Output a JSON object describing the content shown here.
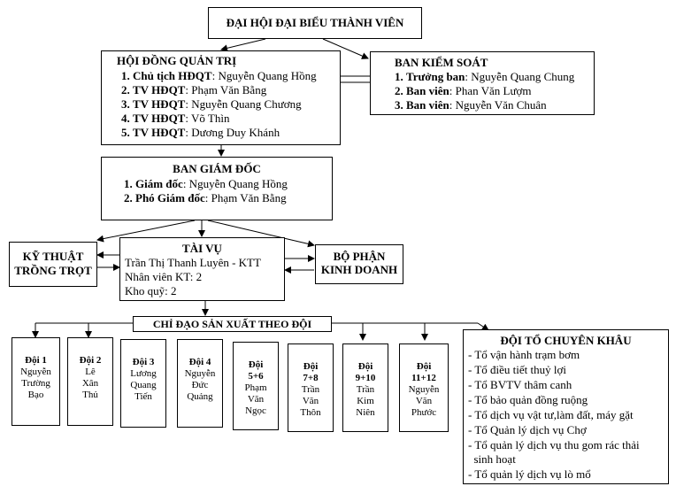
{
  "congress": {
    "title": "ĐẠI HỘI ĐẠI BIỂU THÀNH VIÊN"
  },
  "board": {
    "title": "HỘI ĐỒNG QUẢN TRỊ",
    "members": [
      {
        "num": "1.",
        "role": "Chủ tịch HĐQT",
        "name": ": Nguyễn Quang Hồng"
      },
      {
        "num": "2.",
        "role": "TV HĐQT",
        "name": ": Phạm Văn Bằng"
      },
      {
        "num": "3.",
        "role": "TV HĐQT",
        "name": ": Nguyễn Quang Chương"
      },
      {
        "num": "4.",
        "role": "TV HĐQT",
        "name": ": Võ Thìn"
      },
      {
        "num": "5.",
        "role": "TV HĐQT",
        "name": ": Dương Duy Khánh"
      }
    ]
  },
  "control": {
    "title": "BAN KIỂM SOÁT",
    "members": [
      {
        "num": "1.",
        "role": "Trưởng ban",
        "name": ": Nguyễn Quang Chung"
      },
      {
        "num": "2.",
        "role": "Ban viên",
        "name": ": Phan Văn Lượm"
      },
      {
        "num": "3.",
        "role": "Ban viên",
        "name": ": Nguyễn Văn Chuân"
      }
    ]
  },
  "directors": {
    "title": "BAN GIÁM ĐỐC",
    "members": [
      {
        "num": "1.",
        "role": "Giám đốc",
        "name": ": Nguyễn Quang Hồng"
      },
      {
        "num": "2.",
        "role": "Phó Giám đốc",
        "name": ": Phạm Văn Bằng"
      }
    ]
  },
  "tech": {
    "line1": "KỸ THUẬT",
    "line2": "TRỒNG TRỌT"
  },
  "finance": {
    "title": "TÀI VỤ",
    "lines": [
      "Trần Thị Thanh Luyên  - KTT",
      "Nhân viên KT: 2",
      "Kho quỹ: 2"
    ]
  },
  "business": {
    "line1": "BỘ PHẬN",
    "line2": "KINH DOANH"
  },
  "production": {
    "title": "CHỈ ĐẠO SẢN XUẤT THEO ĐỘI"
  },
  "teams": [
    {
      "name": "Đội 1",
      "members": [
        "Nguyễn",
        "Trường",
        "Bạo"
      ]
    },
    {
      "name": "Đội 2",
      "members": [
        "Lê",
        "Xân",
        "Thủ"
      ]
    },
    {
      "name": "Đội 3",
      "members": [
        "Lương",
        "Quang",
        "Tiến"
      ]
    },
    {
      "name": "Đội 4",
      "members": [
        "Nguyễn",
        "Đức",
        "Quảng"
      ]
    },
    {
      "name": "Đội\n5+6",
      "members": [
        "Phạm",
        "Văn",
        "Ngọc"
      ]
    },
    {
      "name": "Đội\n7+8",
      "members": [
        "Trần",
        "Văn",
        "Thôn"
      ]
    },
    {
      "name": "Đội\n9+10",
      "members": [
        "Trần",
        "Kim",
        "Niên"
      ]
    },
    {
      "name": "Đội\n11+12",
      "members": [
        "Nguyễn",
        "Văn",
        "Phước"
      ]
    }
  ],
  "specialized": {
    "title": "ĐỘI TỔ CHUYÊN KHÂU",
    "items": [
      "- Tổ vận hành trạm bơm",
      "- Tổ điều tiết thuỷ lợi",
      "- Tổ BVTV thâm canh",
      "- Tổ bảo quản đồng ruộng",
      "- Tổ dịch vụ vật tư,làm đất, máy gặt",
      "- Tổ Quản lý dịch vụ Chợ",
      "- Tổ quản lý dịch vụ thu gom rác thải",
      "  sinh hoạt",
      "- Tổ quản lý dịch vụ lò mổ"
    ]
  }
}
